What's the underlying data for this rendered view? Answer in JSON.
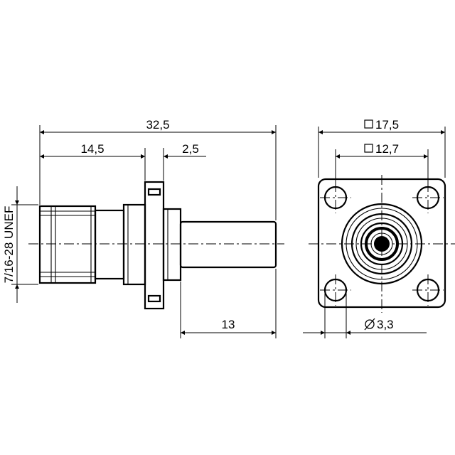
{
  "dimensions": {
    "overall_length": "32,5",
    "front_length": "14,5",
    "flange_thickness": "2,5",
    "thread": "7/16-28 UNEF",
    "rear_pin_length": "13",
    "flange_square": "17,5",
    "hole_pitch_square": "12,7",
    "hole_diameter": "3,3"
  }
}
